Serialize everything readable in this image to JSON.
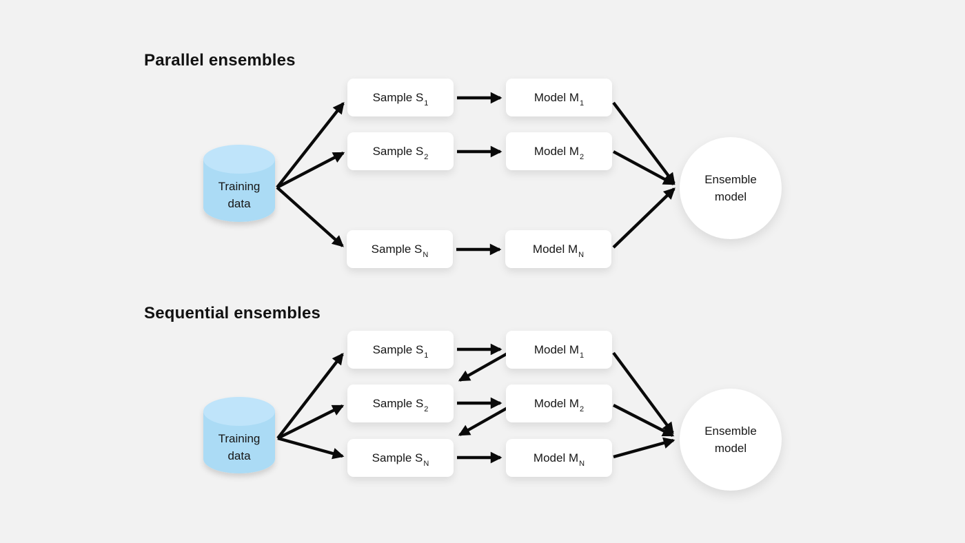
{
  "canvas": {
    "background": "#f2f2f2"
  },
  "colors": {
    "background": "#f2f2f2",
    "box_fill": "#ffffff",
    "cylinder_body_fill": "#abdbf5",
    "cylinder_top_fill": "#bfe4fa",
    "arrow": "#0a0a0a",
    "text": "#161616"
  },
  "sections": [
    {
      "title": "Parallel ensembles",
      "source": {
        "line1": "Training",
        "line2": "data"
      },
      "rows": [
        {
          "sample_label": "Sample S",
          "sample_sub": "1",
          "model_label": "Model M",
          "model_sub": "1"
        },
        {
          "sample_label": "Sample S",
          "sample_sub": "2",
          "model_label": "Model M",
          "model_sub": "2"
        },
        {
          "sample_label": "Sample S",
          "sample_sub": "N",
          "model_label": "Model M",
          "model_sub": "N"
        }
      ],
      "sink": {
        "line1": "Ensemble",
        "line2": "model"
      }
    },
    {
      "title": "Sequential ensembles",
      "source": {
        "line1": "Training",
        "line2": "data"
      },
      "rows": [
        {
          "sample_label": "Sample S",
          "sample_sub": "1",
          "model_label": "Model M",
          "model_sub": "1"
        },
        {
          "sample_label": "Sample S",
          "sample_sub": "2",
          "model_label": "Model M",
          "model_sub": "2"
        },
        {
          "sample_label": "Sample S",
          "sample_sub": "N",
          "model_label": "Model M",
          "model_sub": "N"
        }
      ],
      "sink": {
        "line1": "Ensemble",
        "line2": "model"
      }
    }
  ]
}
